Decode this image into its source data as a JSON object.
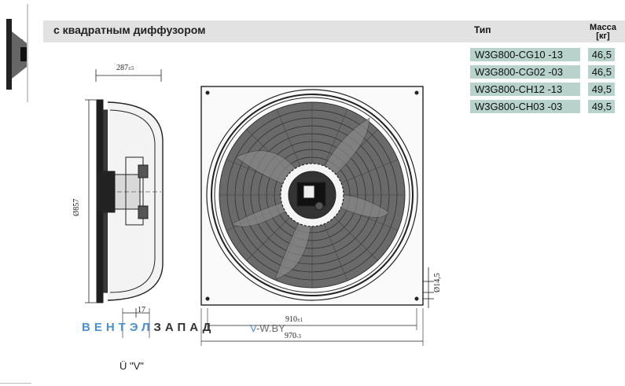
{
  "header": {
    "title": "с квадратным диффузором",
    "col_type": "Тип",
    "col_mass": "Масса",
    "col_mass_unit": "[кг]"
  },
  "models": [
    {
      "name": "W3G800-CG10 -13",
      "mass": "46,5"
    },
    {
      "name": "W3G800-CG02 -03",
      "mass": "46,5"
    },
    {
      "name": "W3G800-CH12 -13",
      "mass": "49,5"
    },
    {
      "name": "W3G800-CH03 -03",
      "mass": "49,5"
    }
  ],
  "dimensions": {
    "depth": "287",
    "depth_tol": "±5",
    "diameter": "Ø857",
    "offset": "17",
    "inner_width": "910",
    "inner_tol": "±1",
    "outer_width": "970",
    "outer_tol": "-3",
    "hole": "Ø14,5"
  },
  "watermark": {
    "part1": "ВЕНТ",
    "part2": "ЭЛ",
    "part3": "ЗАПАД",
    "site_v": "V",
    "site_rest": "-W.BY"
  },
  "view_label": "Ü \"V\"",
  "colors": {
    "header_bg": "#e2e2e2",
    "row_bg": "#b7d3cb",
    "watermark_blue": "#4a8fd0"
  }
}
